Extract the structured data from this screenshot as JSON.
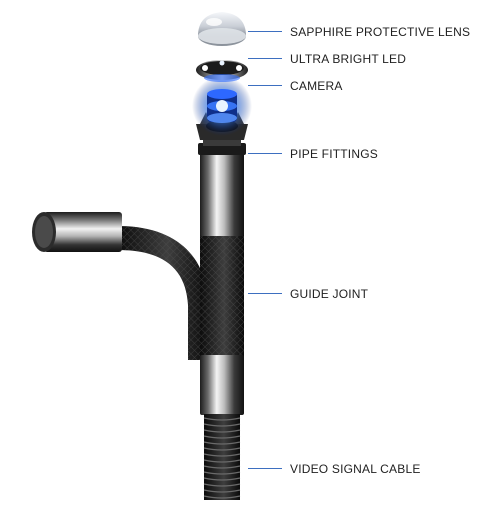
{
  "colors": {
    "leader_line": "#3d6fc0",
    "label_text": "#1f1f1f",
    "led_glow": "#1f6fff",
    "metal_dark": "#2a2a2a",
    "metal_light": "#e8e8e8"
  },
  "callouts": [
    {
      "id": "sapphire-lens",
      "label": "SAPPHIRE PROTECTIVE LENS"
    },
    {
      "id": "led",
      "label": "ULTRA BRIGHT LED"
    },
    {
      "id": "camera",
      "label": "CAMERA"
    },
    {
      "id": "pipe-fittings",
      "label": "PIPE FITTINGS"
    },
    {
      "id": "guide-joint",
      "label": "GUIDE JOINT"
    },
    {
      "id": "video-cable",
      "label": "VIDEO SIGNAL CABLE"
    }
  ]
}
